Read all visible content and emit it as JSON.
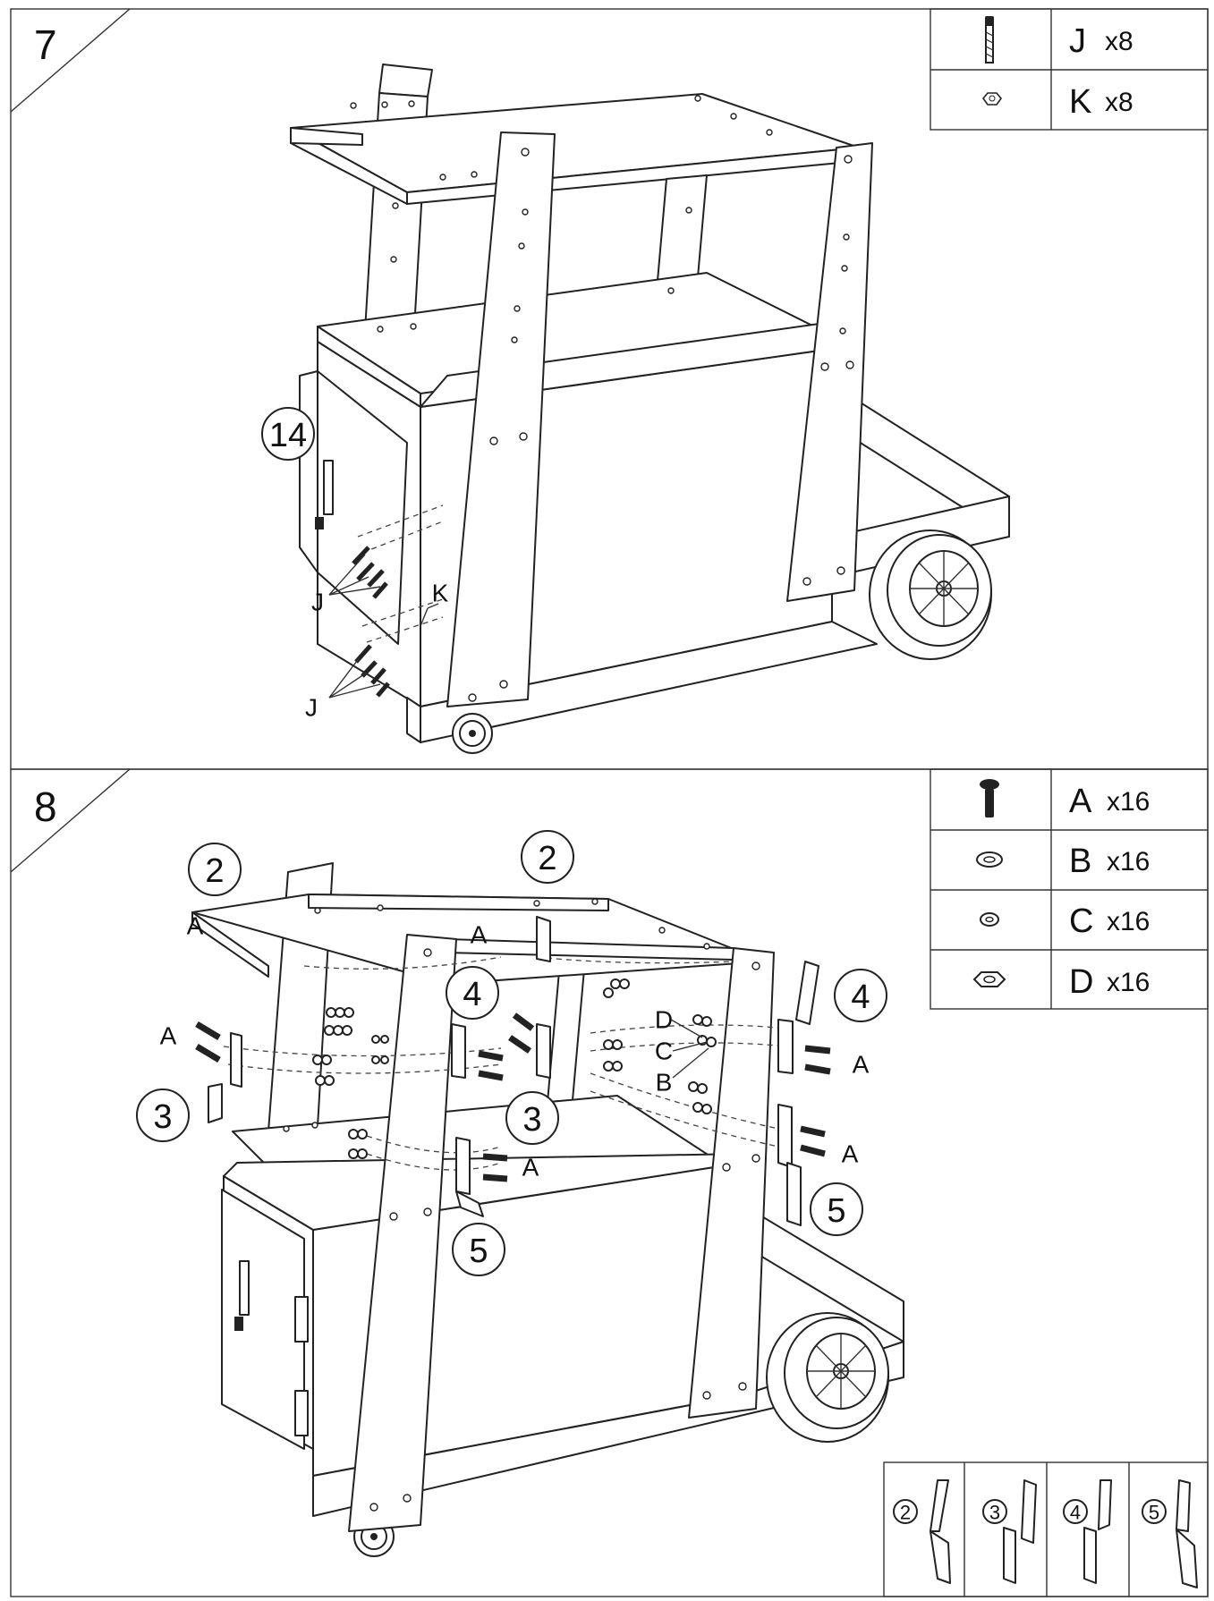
{
  "steps": [
    {
      "number": "7",
      "parts": [
        {
          "letter": "J",
          "qty": "x8",
          "icon": "bolt-icon"
        },
        {
          "letter": "K",
          "qty": "x8",
          "icon": "nut-icon"
        }
      ],
      "callouts": {
        "door": "14"
      },
      "labels": {
        "j1": "J",
        "j2": "J",
        "k": "K"
      }
    },
    {
      "number": "8",
      "parts": [
        {
          "letter": "A",
          "qty": "x16",
          "icon": "bolt-icon"
        },
        {
          "letter": "B",
          "qty": "x16",
          "icon": "flat-washer-icon"
        },
        {
          "letter": "C",
          "qty": "x16",
          "icon": "lock-washer-icon"
        },
        {
          "letter": "D",
          "qty": "x16",
          "icon": "hex-nut-icon"
        }
      ],
      "callouts": {
        "c2a": "2",
        "c2b": "2",
        "c4a": "4",
        "c4b": "4",
        "c3a": "3",
        "c3b": "3",
        "c5a": "5",
        "c5b": "5"
      },
      "labels": {
        "a1": "A",
        "a2": "A",
        "a3": "A",
        "a4": "A",
        "a5": "A",
        "a6": "A",
        "d": "D",
        "c": "C",
        "b": "B"
      },
      "bracket_legend": [
        "2",
        "3",
        "4",
        "5"
      ]
    }
  ]
}
